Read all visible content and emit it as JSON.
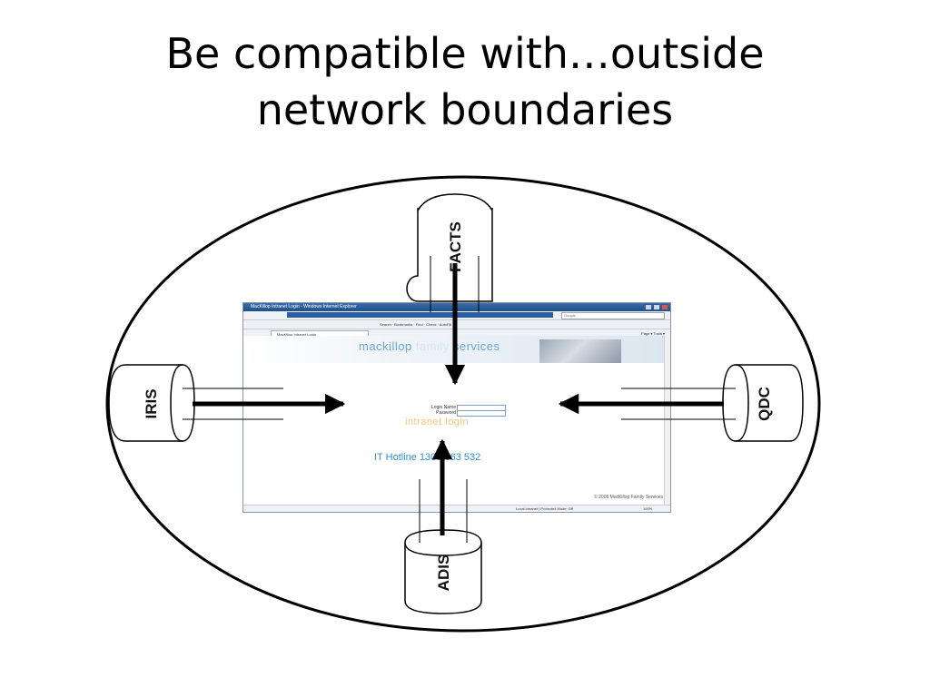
{
  "slide": {
    "title_line1": "Be compatible with…outside",
    "title_line2": "network boundaries"
  },
  "systems": {
    "top": "FACTS",
    "left": "IRIS",
    "right": "QDC",
    "bottom": "ADIS"
  },
  "browser": {
    "window_title": "MacKillop Intranet Login - Windows Internet Explorer",
    "tab_label": "MacKillop Intranet Login",
    "search_placeholder": "Google",
    "toolbar_links": "Search · Bookmarks · Find · Check · AutoFill",
    "tools": "Page ▾  Tools ▾",
    "banner_text_a": "mackillop ",
    "banner_text_b": "family",
    "banner_text_c": " services",
    "login_name_label": "Login Name",
    "password_label": "Password",
    "intranet_login": "intranet login",
    "hotline": "IT Hotline 1300 663 532",
    "copyright": "© 2005 MacKillop Family Services",
    "status": "Local intranet | Protected Mode: Off",
    "zoom": "100%"
  },
  "colors": {
    "banner_text": "#6aa9da",
    "hotline": "#2f8fd8",
    "intranet_login": "#f4c27a",
    "arrows": "#000000"
  }
}
